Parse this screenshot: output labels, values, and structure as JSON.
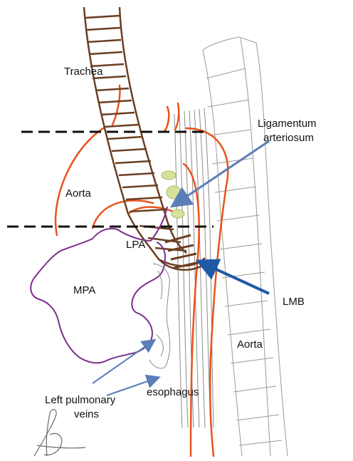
{
  "labels": {
    "trachea": "Trachea",
    "ligamentum_line1": "Ligamentum",
    "ligamentum_line2": "arteriosum",
    "aorta_left": "Aorta",
    "lpa": "LPA",
    "mpa": "MPA",
    "lmb": "LMB",
    "left_pulmonary_veins_line1": "Left pulmonary",
    "left_pulmonary_veins_line2": "veins",
    "aorta_right": "Aorta",
    "esophagus": "esophagus"
  },
  "colors": {
    "trachea": "#6b3f22",
    "aorta": "#e8531a",
    "pulmonary_artery": "#7b2f8a",
    "ligament_arrow": "#5b7db8",
    "lmb_arrow": "#1f5aa8",
    "lymph_node": "#d5e29a",
    "esophagus": "#8a8a8a",
    "spine": "#9a9a9a",
    "dashed_line": "#111111"
  }
}
